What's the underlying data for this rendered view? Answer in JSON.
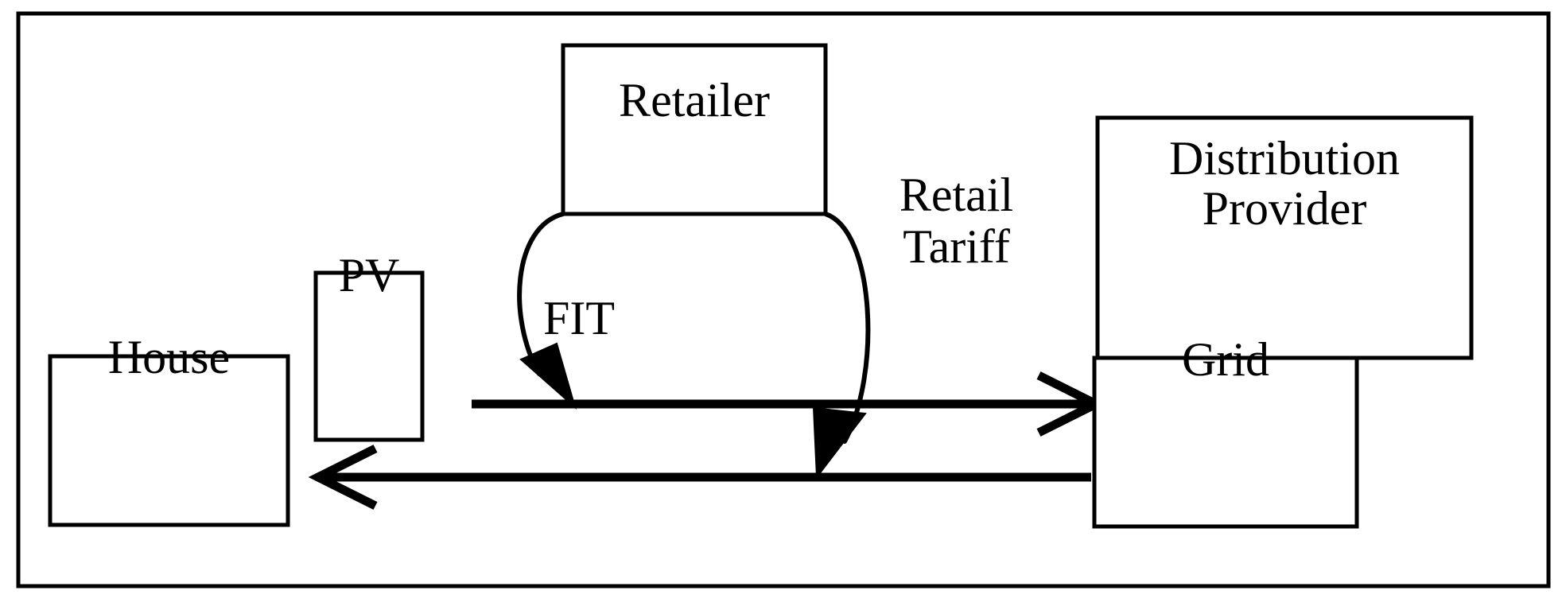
{
  "figure": {
    "title": "Retail tariff and feed-in tariff (FIT) energy flow diagram",
    "border_color": "#000000",
    "line_color": "#000000",
    "background_color": "#ffffff"
  },
  "nodes": [
    {
      "id": "house",
      "label": "House"
    },
    {
      "id": "pv",
      "label": "PV"
    },
    {
      "id": "retailer",
      "label": "Retailer"
    },
    {
      "id": "distribution_provider",
      "label": "Distribution\nProvider"
    },
    {
      "id": "grid",
      "label": "Grid"
    }
  ],
  "node_labels": {
    "house": "House",
    "pv": "PV",
    "retailer": "Retailer",
    "distribution_provider": "Distribution\nProvider",
    "grid": "Grid"
  },
  "edges": [
    {
      "id": "export_flow",
      "label": "",
      "from": "pv",
      "to": "grid",
      "direction": "right",
      "description": "Energy exported from PV to Grid"
    },
    {
      "id": "import_flow",
      "label": "",
      "from": "grid",
      "to": "house",
      "direction": "left",
      "description": "Energy imported from Grid to House"
    },
    {
      "id": "fit_payment",
      "label": "FIT",
      "from": "retailer",
      "to": "export_flow",
      "direction": "curved-down-left",
      "description": "Retailer pays feed-in tariff on exported energy"
    },
    {
      "id": "retail_tariff_payment",
      "label": "Retail\nTariff",
      "from": "retailer",
      "to": "import_flow",
      "direction": "curved-down-right",
      "description": "Retailer charges retail tariff on imported energy"
    }
  ],
  "edge_labels": {
    "fit": "FIT",
    "retail_tariff": "Retail\nTariff"
  }
}
